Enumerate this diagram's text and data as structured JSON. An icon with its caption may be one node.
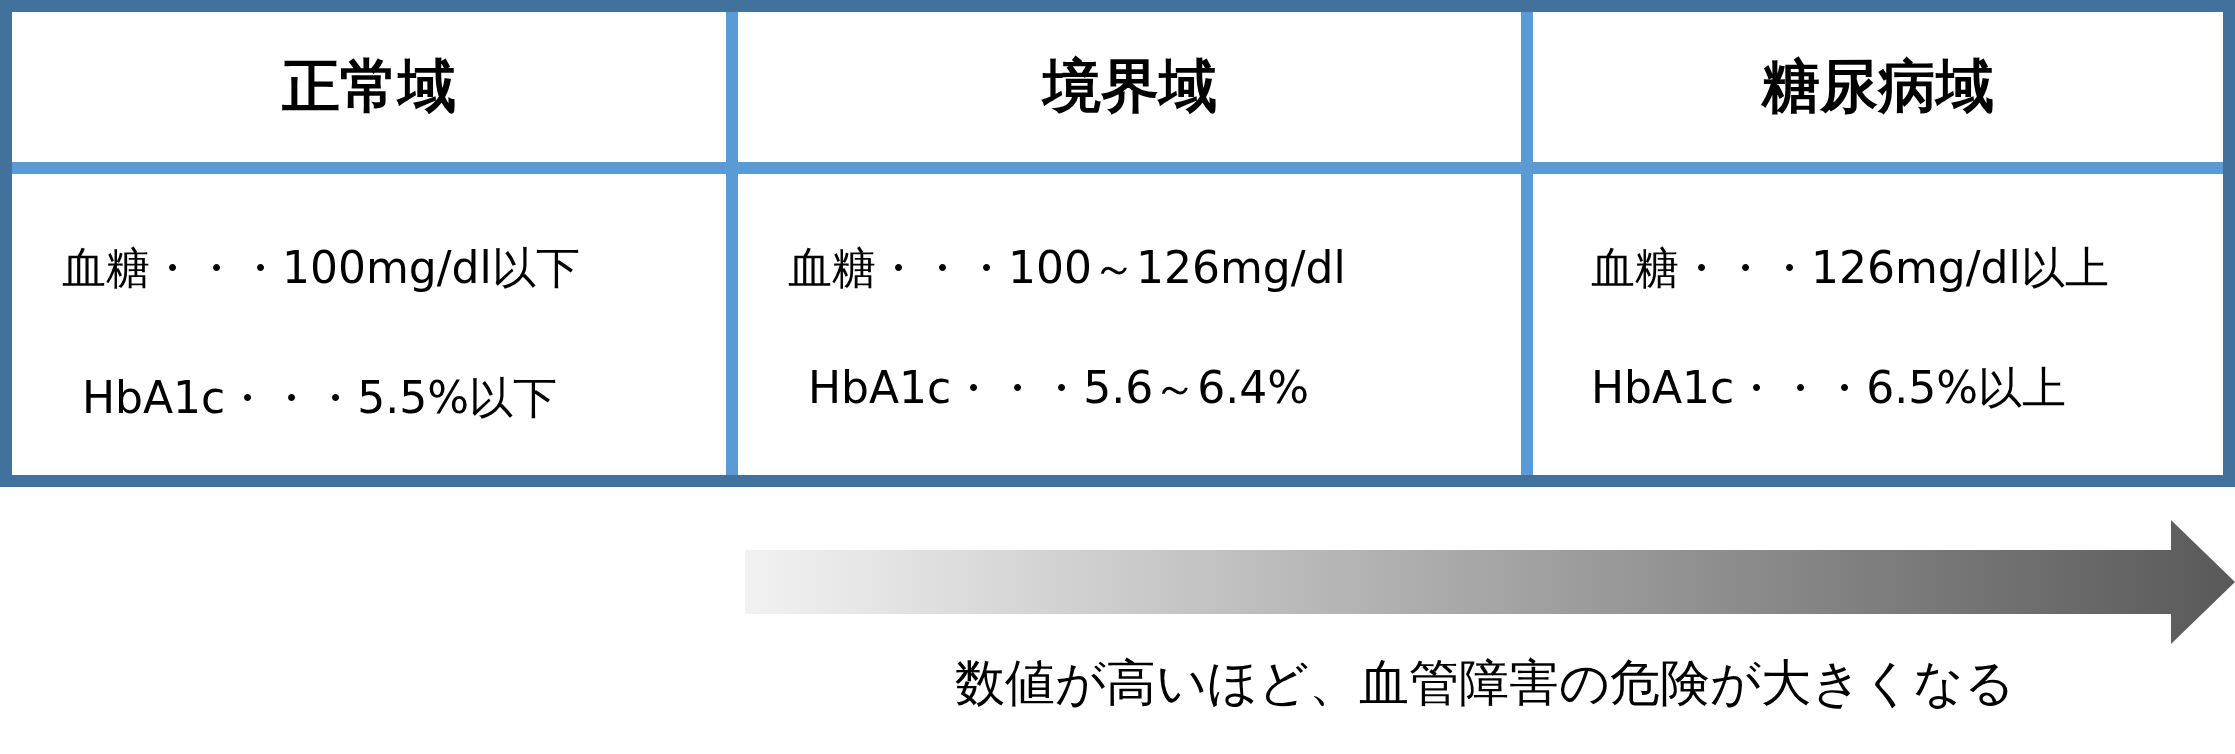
{
  "diagram": {
    "labels": [
      "正常域",
      "境界域",
      "糖尿病域",
      "血糖・・・100mg/dl以下",
      "HbA1c・・・5.5%以下",
      "血糖・・・100～126mg/dl",
      "HbA1c・・・5.6～6.4%",
      "血糖・・・126mg/dl以上",
      "HbA1c・・・6.5%以上",
      "数値が高いほど、血管障害の危険が大きくなる"
    ]
  }
}
